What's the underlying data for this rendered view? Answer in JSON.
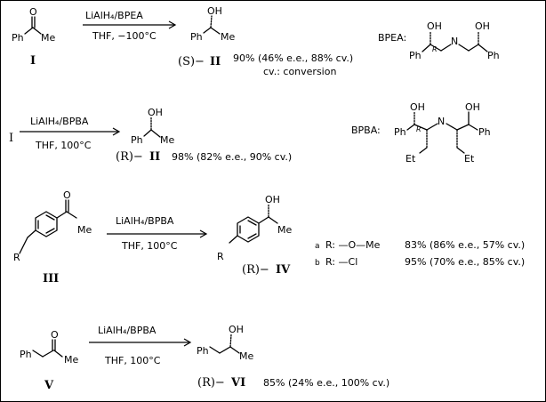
{
  "reaction1": {
    "reagent": "LiAlH₄/BPEA",
    "conditions": "THF, −100°C",
    "start_label": "I",
    "product_config": "(S)−",
    "product_label": "II",
    "yield": "90% (46% e.e., 88% cv.)",
    "note": "cv.: conversion"
  },
  "bpea": {
    "label": "BPEA:"
  },
  "reaction2": {
    "start_label": "I",
    "reagent": "LiAlH₄/BPBA",
    "conditions": "THF,   100°C",
    "product_config": "(R)−",
    "product_label": "II",
    "yield": "98% (82% e.e., 90% cv.)"
  },
  "bpba": {
    "label": "BPBA:"
  },
  "reaction3": {
    "reagent": "LiAlH₄/BPBA",
    "conditions": "THF,   100°C",
    "start_label": "III",
    "product_config": "(R)−",
    "product_label": "IV",
    "variants": [
      {
        "tag": "a",
        "substituent": "R: —O—Me",
        "yield": "83% (86% e.e., 57% cv.)"
      },
      {
        "tag": "b",
        "substituent": "R: —Cl",
        "yield": "95% (70% e.e., 85% cv.)"
      }
    ]
  },
  "reaction4": {
    "reagent": "LiAlH₄/BPBA",
    "conditions": "THF,   100°C",
    "start_label": "V",
    "product_config": "(R)−",
    "product_label": "VI",
    "yield": "85% (24% e.e., 100% cv.)"
  },
  "atoms": {
    "ph": "Ph",
    "me": "Me",
    "o": "O",
    "oh": "OH",
    "r": "R",
    "n": "N",
    "et": "Et",
    "cl": "Cl",
    "ph_ch2": "Ph",
    "stereo_r": "R"
  }
}
